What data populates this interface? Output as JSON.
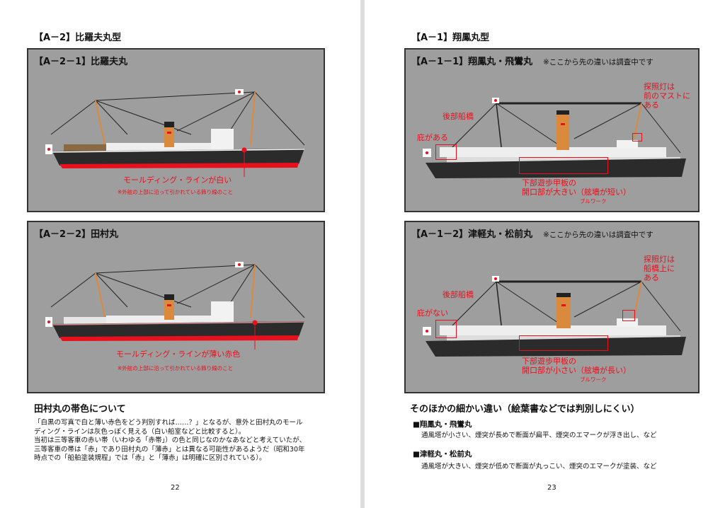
{
  "left": {
    "section_title": "【A－2】比羅夫丸型",
    "panel1": {
      "title": "【A－2－1】比羅夫丸",
      "annotation": "モールディング・ラインが白い",
      "note": "※外舷の上部に沿って引かれている飾り線のこと"
    },
    "panel2": {
      "title": "【A－2－2】田村丸",
      "annotation": "モールディング・ラインが薄い赤色",
      "note": "※外舷の上部に沿って引かれている飾り線のこと"
    },
    "heading": "田村丸の帯色について",
    "body": [
      "「白黒の写真で白と薄い赤色をどう判別すれば……？」となるが、意外と田村丸のモール",
      "ディング・ラインは灰色っぽく見える（白い船室などと比較すると）。",
      "当初は三等客車の赤い帯（いわゆる「赤帯」）の色と同じなのかなあなどと考えていたが、",
      "三等客車の帯は「赤」であり田村丸の「薄赤」とは異なる可能性があるようだ（昭和30年",
      "時点での「船舶塗装規程」では「赤」と「薄赤」は明確に区別されている）。"
    ],
    "page_number": "22"
  },
  "right": {
    "section_title": "【A－1】翔鳳丸型",
    "panel1": {
      "title": "【A－1－1】翔鳳丸・飛鸞丸",
      "note": "※ここから先の違いは調査中です",
      "anno_rear_bridge": "後部船橋",
      "anno_awning": "庇がある",
      "anno_searchlight": [
        "探照灯は",
        "前のマストに",
        "ある"
      ],
      "anno_deck": [
        "下部遊歩甲板の",
        "開口部が大きい（舷墻が短い）"
      ],
      "anno_bulwark": "ブルワーク"
    },
    "panel2": {
      "title": "【A－1－2】津軽丸・松前丸",
      "note": "※ここから先の違いは調査中です",
      "anno_rear_bridge": "後部船橋",
      "anno_awning": "庇がない",
      "anno_searchlight": [
        "探照灯は",
        "船橋上に",
        "ある"
      ],
      "anno_deck": [
        "下部遊歩甲板の",
        "開口部が小さい（舷墻が長い）"
      ],
      "anno_bulwark": "ブルワーク"
    },
    "heading": "そのほかの細かい違い（絵葉書などでは判別しにくい）",
    "items": [
      {
        "name": "■翔鳳丸・飛鸞丸",
        "desc": "通風塔が小さい、煙突が長めで断面が扁平、煙突のエマークが浮き出し、など"
      },
      {
        "name": "■津軽丸・松前丸",
        "desc": "通風塔が大きい、煙突が低めで断面が丸っこい、煙突のエマークが塗装、など"
      }
    ],
    "page_number": "23"
  },
  "colors": {
    "panel_bg": "#9e9e9e",
    "annotation_red": "#e8101c",
    "hull_black": "#2b2b2b",
    "funnel_orange": "#d98a3d"
  }
}
